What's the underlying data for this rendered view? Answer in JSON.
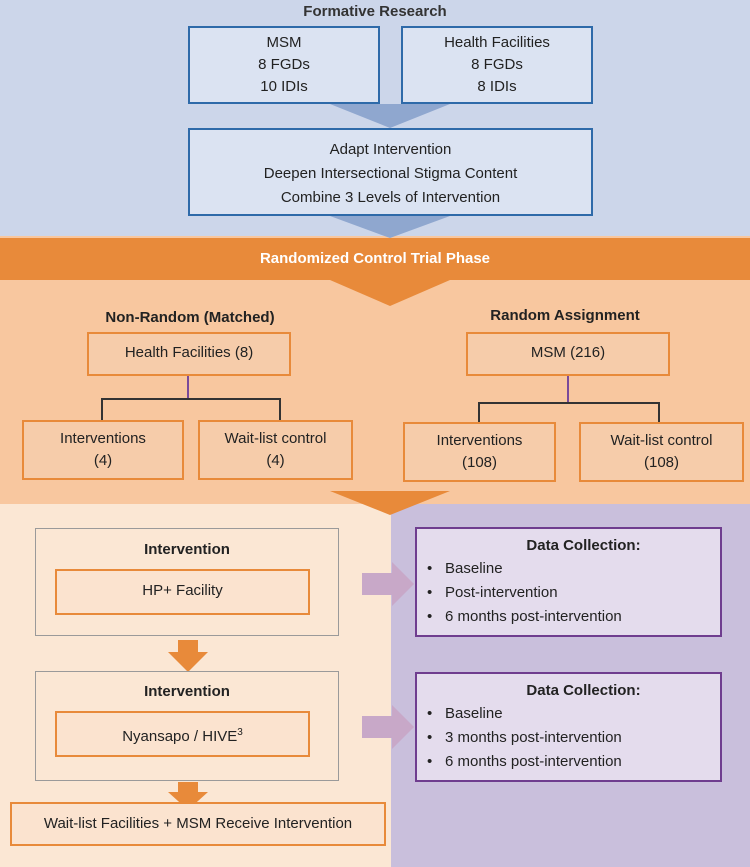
{
  "formative": {
    "title": "Formative Research",
    "msm_box": [
      "MSM",
      "8 FGDs",
      "10 IDIs"
    ],
    "facilities_box": [
      "Health Facilities",
      "8 FGDs",
      "8 IDIs"
    ],
    "adapt_box": [
      "Adapt Intervention",
      "Deepen Intersectional Stigma Content",
      "Combine 3 Levels of Intervention"
    ]
  },
  "rct": {
    "banner": "Randomized Control Trial Phase",
    "nonrandom": {
      "title": "Non-Random (Matched)",
      "root": "Health Facilities (8)",
      "left": [
        "Interventions",
        "(4)"
      ],
      "right": [
        "Wait-list control",
        "(4)"
      ]
    },
    "random": {
      "title": "Random Assignment",
      "root": "MSM (216)",
      "left": [
        "Interventions",
        "(108)"
      ],
      "right": [
        "Wait-list control",
        "(108)"
      ]
    }
  },
  "implementation": {
    "block1": {
      "title": "Intervention",
      "box": "HP+ Facility"
    },
    "block2": {
      "title": "Intervention",
      "box": "Nyansapo / HIVE",
      "box_sup": "3"
    },
    "final": "Wait-list Facilities + MSM Receive Intervention"
  },
  "data_collection": [
    {
      "title": "Data Collection:",
      "items": [
        "Baseline",
        "Post-intervention",
        "6 months post-intervention"
      ]
    },
    {
      "title": "Data Collection:",
      "items": [
        "Baseline",
        "3 months post-intervention",
        "6 months post-intervention"
      ]
    }
  ],
  "colors": {
    "formative_bg": "#ccd6ea",
    "box_blue": "#2e6aa9",
    "banner_orange": "#e88a3a",
    "rct_bg": "#f8c79f",
    "impl_bg": "#fbe7d4",
    "dc_bg": "#c9bfdc",
    "box_purple": "#6f3d8f"
  }
}
